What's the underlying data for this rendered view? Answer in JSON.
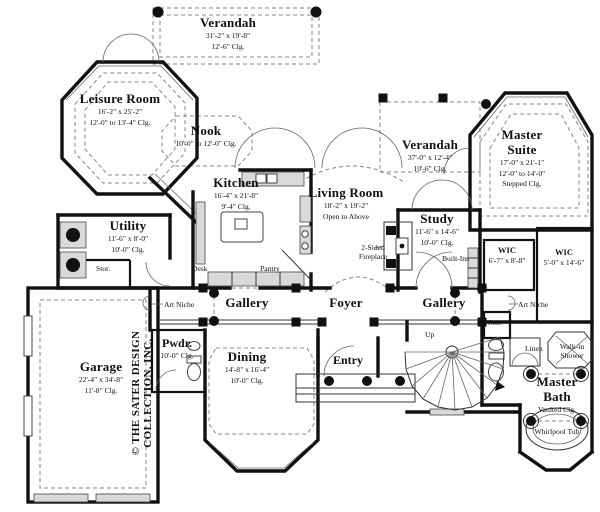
{
  "colors": {
    "wall": "#111111",
    "dashed_line": "#858585",
    "fixture_fill": "#d9d9d9",
    "background": "#ffffff"
  },
  "rooms": {
    "verandah_top": {
      "name": "Verandah",
      "dim": "31'-2\" x 19'-8\"",
      "clg": "12'-6\" Clg."
    },
    "leisure": {
      "name": "Leisure Room",
      "dim": "16'-2\" x 25'-2\"",
      "clg": "12'-0\" to 13'-4\" Clg."
    },
    "nook": {
      "name": "Nook",
      "clg": "10'-0\" to 12'-0\" Clg."
    },
    "kitchen": {
      "name": "Kitchen",
      "dim": "16'-4\" x 21'-8\"",
      "clg": "9'-4\" Clg."
    },
    "living": {
      "name": "Living Room",
      "dim": "18'-2\" x 19'-2\"",
      "note": "Open to Above"
    },
    "verandah_right": {
      "name": "Verandah",
      "dim": "37'-0\" x 12'-4\"",
      "clg": "10'-6\" Clg."
    },
    "master_suite": {
      "name": "Master Suite",
      "dim": "17'-0\" x 21'-1\"",
      "clg1": "12'-0\" to 14'-0\"",
      "clg2": "Stepped Clg."
    },
    "study": {
      "name": "Study",
      "dim": "11'-6\" x 14'-6\"",
      "clg": "10'-0\" Clg."
    },
    "utility": {
      "name": "Utility",
      "dim": "11'-6\" x 8'-0\"",
      "clg": "10'-0\" Clg."
    },
    "wic1": {
      "name": "WIC",
      "dim": "6'-7\" x 8'-8\""
    },
    "wic2": {
      "name": "WIC",
      "dim": "5'-0\" x 14'-6\""
    },
    "gallery_left": {
      "name": "Gallery"
    },
    "foyer": {
      "name": "Foyer"
    },
    "gallery_right": {
      "name": "Gallery"
    },
    "garage": {
      "name": "Garage",
      "dim": "22'-4\" x 34'-8\"",
      "clg": "11'-8\" Clg."
    },
    "pwdr": {
      "name": "Pwdr.",
      "clg": "10'-0\" Clg."
    },
    "dining": {
      "name": "Dining",
      "dim": "14'-8\" x 16'-4\"",
      "clg": "10'-0\" Clg."
    },
    "entry": {
      "name": "Entry"
    },
    "master_bath": {
      "name": "Master Bath",
      "clg": "Vaulted Clg."
    }
  },
  "annotations": {
    "desk": "Desk",
    "pantry": "Pantry",
    "art_niche_left": "Art Niche",
    "art_niche_right": "Art Niche",
    "stor_utility": "Stor.",
    "stor_hall": "Stor.",
    "fireplace_1": "2-Sided",
    "fireplace_2": "Fireplace",
    "built_ins": "Built-Ins",
    "linen": "Linen",
    "shower_1": "Walk-in",
    "shower_2": "Shower",
    "whirlpool": "Whirlpool Tub",
    "up": "Up"
  },
  "copyright_line1": "© THE SATER DESIGN",
  "copyright_line2": "COLLECTION, INC."
}
